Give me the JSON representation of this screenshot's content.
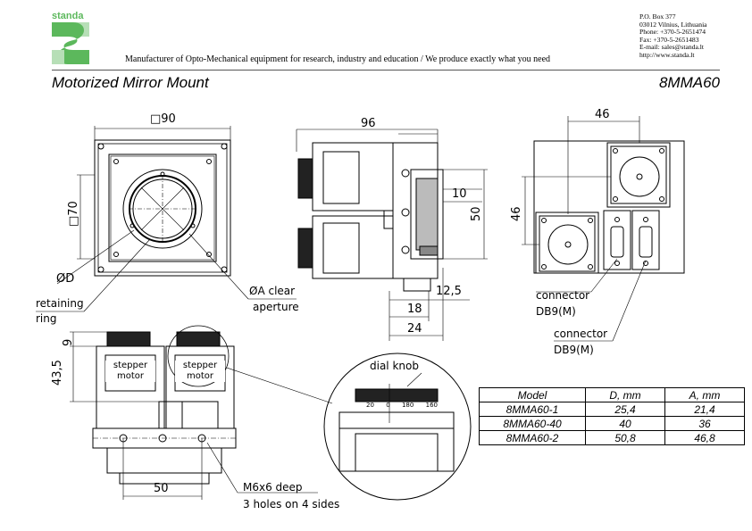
{
  "header": {
    "brand": "standa",
    "tagline": "Manufacturer of Opto-Mechanical equipment for research, industry and education / We produce exactly what you need",
    "contact": [
      "P.O. Box 377",
      "03012 Vilnius, Lithuania",
      "Phone: +370-5-2651474",
      "Fax: +370-5-2651483",
      "E-mail: sales@standa.lt",
      "http://www.standa.lt"
    ],
    "brand_color": "#5cb85c"
  },
  "title": "Motorized Mirror Mount",
  "model_code": "8MMA60",
  "dimensions": {
    "front_width": "□90",
    "front_inner": "□70",
    "phi_d": "ØD",
    "side_width": "96",
    "side_10": "10",
    "side_50": "50",
    "side_12_5": "12,5",
    "side_18": "18",
    "side_24": "24",
    "rear_46_h": "46",
    "rear_46_v": "46",
    "bottom_9": "9",
    "bottom_43_5": "43,5",
    "bottom_50": "50"
  },
  "labels": {
    "retaining_1": "retaining",
    "retaining_2": "ring",
    "aperture_1": "ØA clear",
    "aperture_2": "aperture",
    "connector_1a": "connector",
    "connector_1b": "DB9(M)",
    "connector_2a": "connector",
    "connector_2b": "DB9(M)",
    "stepper_1": "stepper",
    "motor_1": "motor",
    "stepper_2": "stepper",
    "motor_2": "motor",
    "dial_knob": "dial knob",
    "m6_1": "M6x6 deep",
    "m6_2": "3 holes on 4 sides"
  },
  "dial_scale": [
    "20",
    "0",
    "180",
    "160"
  ],
  "table": {
    "headers": [
      "Model",
      "D, mm",
      "A, mm"
    ],
    "rows": [
      [
        "8MMA60-1",
        "25,4",
        "21,4"
      ],
      [
        "8MMA60-40",
        "40",
        "36"
      ],
      [
        "8MMA60-2",
        "50,8",
        "46,8"
      ]
    ]
  }
}
